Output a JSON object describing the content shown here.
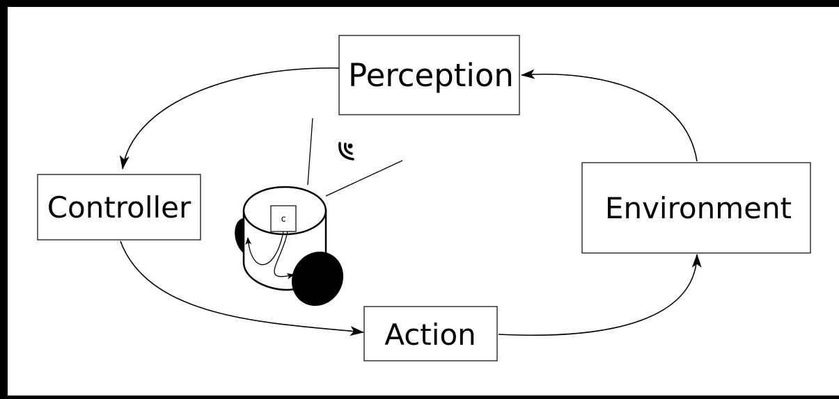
{
  "nodes": {
    "perception": "Perception",
    "controller": "Controller",
    "environment": "Environment",
    "action": "Action"
  },
  "robot": {
    "controller_label": "c"
  },
  "colors": {
    "stroke": "#000000",
    "background": "#ffffff"
  },
  "icons": [
    "wifi-signal-icon",
    "robot-icon"
  ]
}
